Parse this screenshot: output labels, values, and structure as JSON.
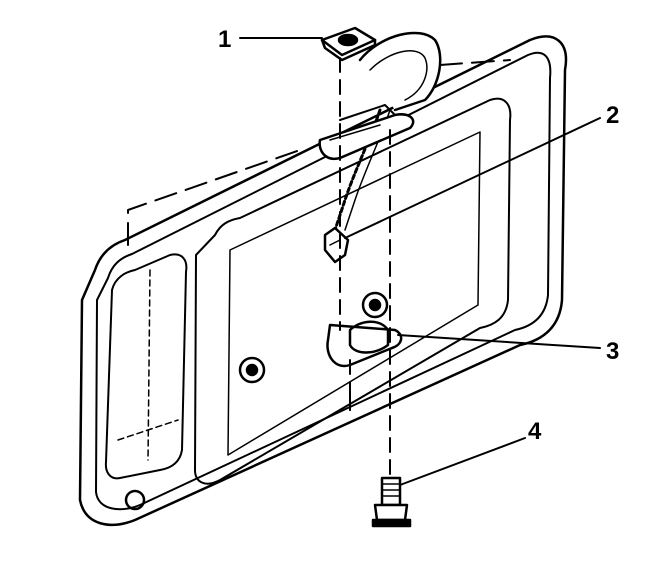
{
  "callouts": [
    {
      "id": "1",
      "label": "1"
    },
    {
      "id": "2",
      "label": "2"
    },
    {
      "id": "3",
      "label": "3"
    },
    {
      "id": "4",
      "label": "4"
    }
  ],
  "colors": {
    "ink": "#000000",
    "paper": "#ffffff"
  }
}
